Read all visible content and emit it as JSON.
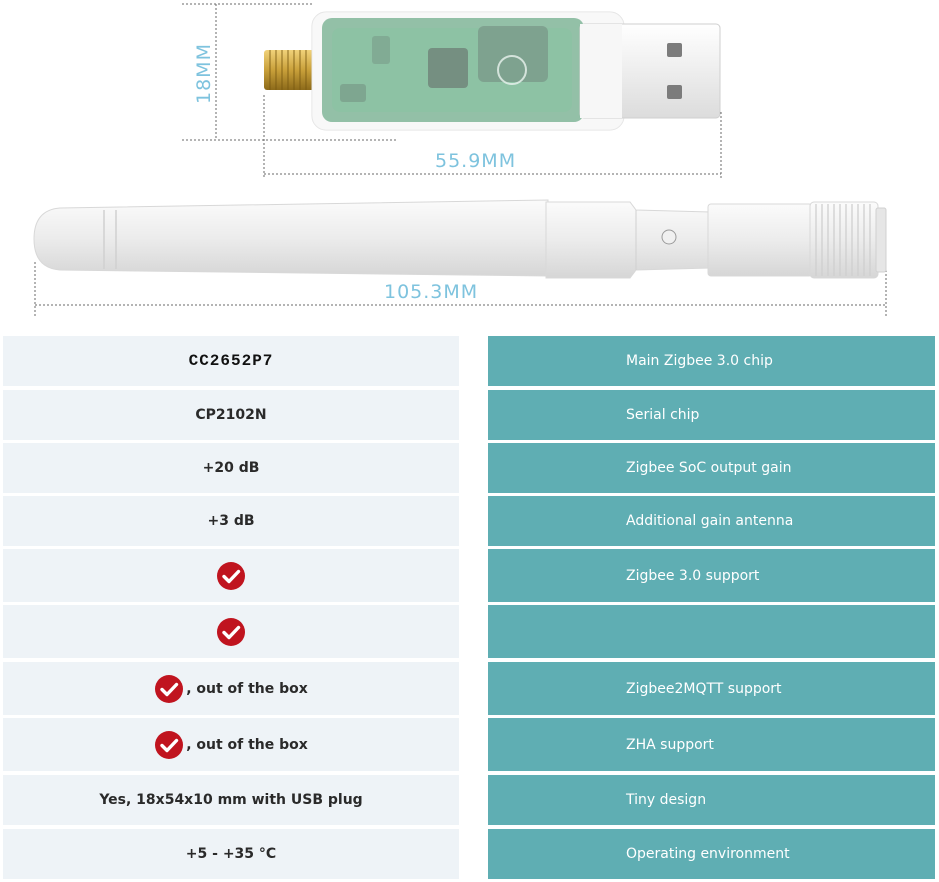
{
  "dimensions": {
    "height": "18MM",
    "length": "55.9MM",
    "antenna_length": "105.3MM"
  },
  "specs": [
    {
      "value": "CC2652P7",
      "check": false,
      "suffix": "",
      "feature": "Main Zigbee 3.0 chip"
    },
    {
      "value": "CP2102N",
      "check": false,
      "suffix": "",
      "feature": "Serial chip"
    },
    {
      "value": "+20 dB",
      "check": false,
      "suffix": "",
      "feature": "Zigbee SoC output gain"
    },
    {
      "value": "+3 dB",
      "check": false,
      "suffix": "",
      "feature": "Additional gain antenna"
    },
    {
      "value": "",
      "check": true,
      "suffix": "",
      "feature": "Zigbee 3.0 support"
    },
    {
      "value": "",
      "check": true,
      "suffix": "",
      "feature": ""
    },
    {
      "value": "",
      "check": true,
      "suffix": ", out of the box",
      "feature": "Zigbee2MQTT support"
    },
    {
      "value": "",
      "check": true,
      "suffix": ", out of the box",
      "feature": "ZHA support"
    },
    {
      "value": "Yes, 18x54x10 mm with USB plug",
      "check": false,
      "suffix": "",
      "feature": "Tiny design"
    },
    {
      "value": "+5 - +35 °C",
      "check": false,
      "suffix": "",
      "feature": "Operating environment"
    }
  ],
  "colors": {
    "check": "#c0141f",
    "feature_bg": "#5faeb3",
    "value_bg": "#eef3f7",
    "dimension_text": "#7ec3de"
  },
  "icons": [
    "check-circle-icon"
  ]
}
